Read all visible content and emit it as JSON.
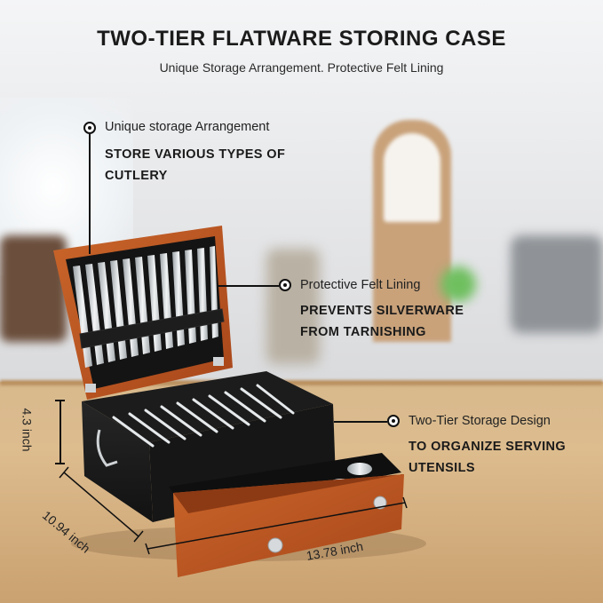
{
  "header": {
    "title": "TWO-TIER FLATWARE STORING CASE",
    "subtitle": "Unique Storage Arrangement. Protective Felt Lining"
  },
  "callouts": [
    {
      "label": "Unique storage Arrangement",
      "desc_line1": "STORE VARIOUS TYPES OF",
      "desc_line2": "CUTLERY"
    },
    {
      "label": "Protective Felt Lining",
      "desc_line1": "PREVENTS SILVERWARE",
      "desc_line2": "FROM TARNISHING"
    },
    {
      "label": "Two-Tier Storage Design",
      "desc_line1": "TO ORGANIZE SERVING",
      "desc_line2": "UTENSILS"
    }
  ],
  "dimensions": {
    "height": "4.3 inch",
    "depth": "10.94 inch",
    "width": "13.78 inch"
  },
  "colors": {
    "wood": "#b8521e",
    "case_body": "#1a1a1a",
    "felt": "#111111",
    "silver": "#d9dde0"
  }
}
